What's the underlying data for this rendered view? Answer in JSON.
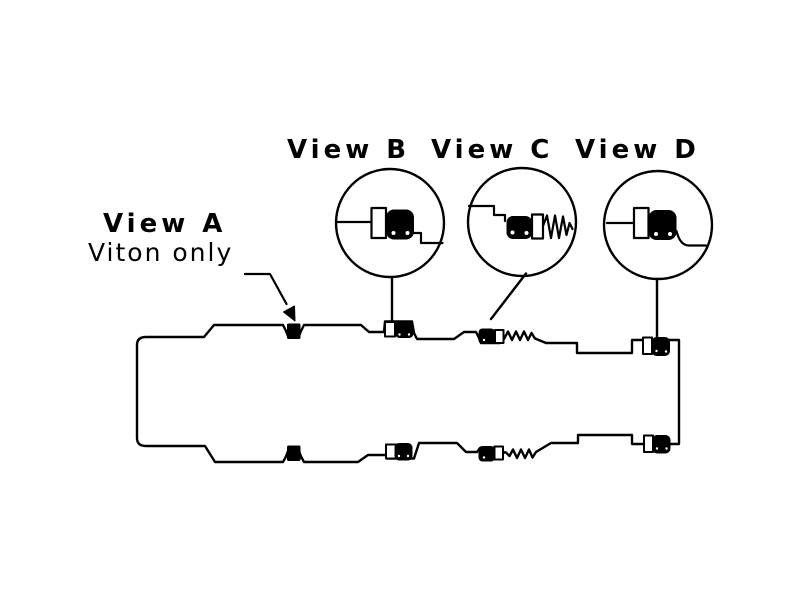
{
  "page": {
    "background_color": "#ffffff",
    "line_color": "#000000"
  },
  "callouts": {
    "view_a": {
      "label": "View A",
      "note": "Viton only"
    },
    "view_b": {
      "label": "View B"
    },
    "view_c": {
      "label": "View C"
    },
    "view_d": {
      "label": "View D"
    }
  }
}
